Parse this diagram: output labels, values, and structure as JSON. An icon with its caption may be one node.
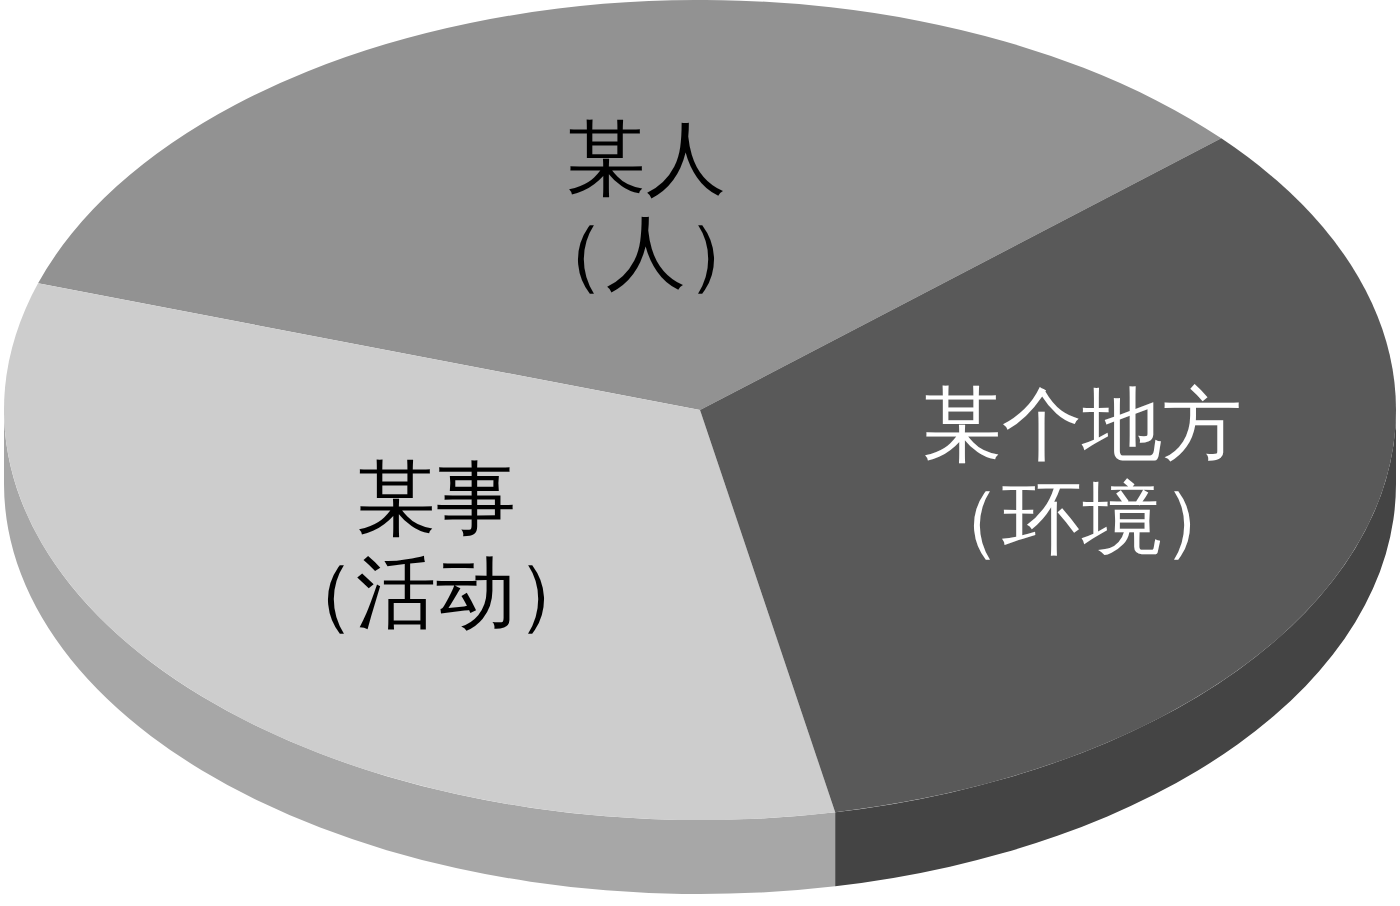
{
  "diagram": {
    "nodes": [
      {
        "text": [
          "某人",
          "（人）"
        ]
      },
      {
        "text": [
          "某事",
          "（活动）"
        ]
      },
      {
        "text": [
          "某个地方",
          "（环境）"
        ]
      }
    ]
  }
}
